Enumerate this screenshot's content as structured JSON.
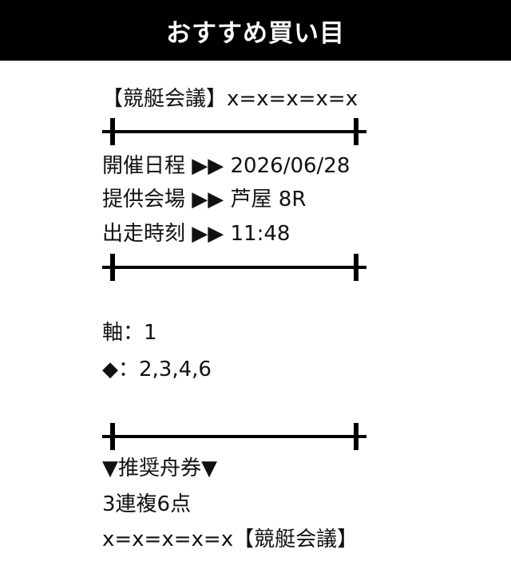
{
  "header": {
    "title": "おすすめ買い目"
  },
  "body": {
    "source_line": "【競艇会議】x=x=x=x=x",
    "date_line": "開催日程 ▶▶ 2026/06/28",
    "venue_line": "提供会場 ▶▶ 芦屋 8R",
    "time_line": "出走時刻 ▶▶ 11:48",
    "axis_line": "軸：1",
    "partner_line": "◆：2,3,4,6",
    "recommend_line": "▼推奨舟券▼",
    "ticket_line": "3連複6点",
    "footer_line": "x=x=x=x=x【競艇会議】"
  }
}
